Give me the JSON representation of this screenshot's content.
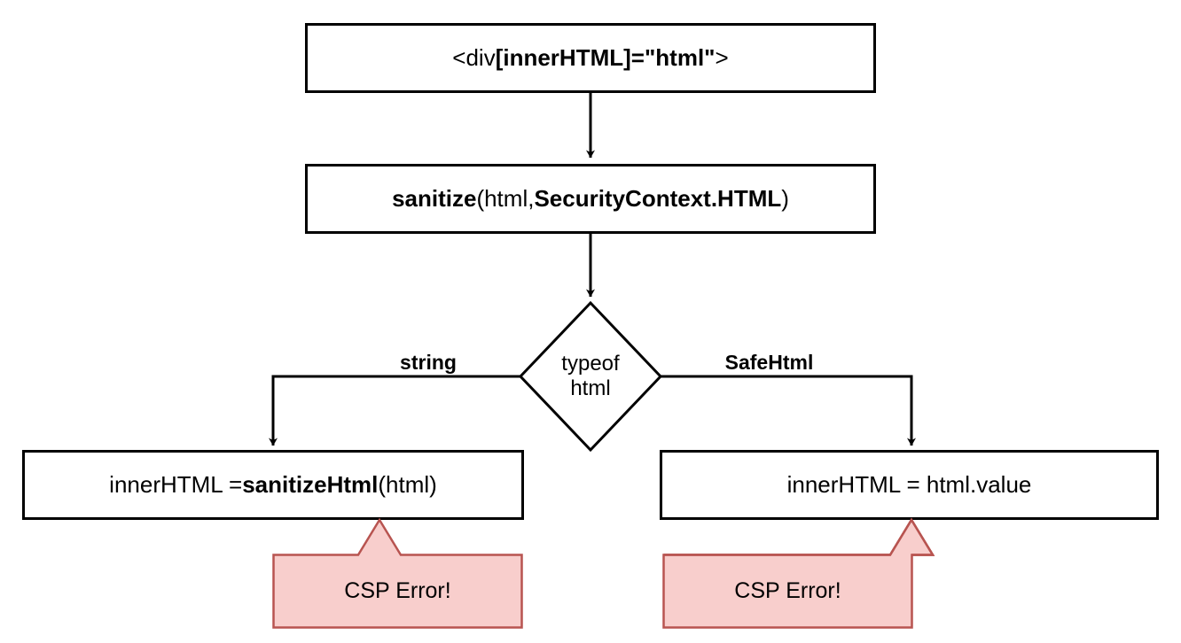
{
  "diagram": {
    "title": "Angular innerHTML sanitization flow",
    "type": "flowchart",
    "background": "#ffffff",
    "colors": {
      "node_stroke": "#000000",
      "node_fill": "#ffffff",
      "edge_stroke": "#000000",
      "callout_fill": "#f8cecc",
      "callout_stroke": "#b85450",
      "text": "#000000"
    }
  },
  "nodes": {
    "template_binding": {
      "id": "template-binding",
      "shape": "rectangle",
      "text": "<div [innerHTML]=\"html\">",
      "parts": [
        {
          "text": "<div ",
          "bold": false
        },
        {
          "text": "[innerHTML]=\"html\"",
          "bold": true
        },
        {
          "text": ">",
          "bold": false
        }
      ]
    },
    "sanitize_call": {
      "id": "sanitize-call",
      "shape": "rectangle",
      "text": "sanitize(html, SecurityContext.HTML)",
      "parts": [
        {
          "text": "sanitize",
          "bold": true
        },
        {
          "text": "(html, ",
          "bold": false
        },
        {
          "text": "SecurityContext.HTML",
          "bold": true
        },
        {
          "text": ")",
          "bold": false
        }
      ]
    },
    "typeof_decision": {
      "id": "typeof-decision",
      "shape": "diamond",
      "line1": "typeof",
      "line2": "html",
      "text": "typeof html"
    },
    "assign_sanitized": {
      "id": "assign-sanitized",
      "shape": "rectangle",
      "text": "innerHTML = sanitizeHtml(html)",
      "parts": [
        {
          "text": "innerHTML = ",
          "bold": false
        },
        {
          "text": "sanitizeHtml",
          "bold": true
        },
        {
          "text": "(html)",
          "bold": false
        }
      ]
    },
    "assign_value": {
      "id": "assign-value",
      "shape": "rectangle",
      "text": "innerHTML = html.value",
      "parts": [
        {
          "text": "innerHTML = html.value",
          "bold": false
        }
      ]
    },
    "csp_error_left": {
      "id": "csp-error-left",
      "shape": "callout",
      "text": "CSP Error!"
    },
    "csp_error_right": {
      "id": "csp-error-right",
      "shape": "callout",
      "text": "CSP Error!"
    }
  },
  "edges": [
    {
      "id": "edge-binding-to-sanitize",
      "from": "template_binding",
      "to": "sanitize_call",
      "label": ""
    },
    {
      "id": "edge-sanitize-to-decision",
      "from": "sanitize_call",
      "to": "typeof_decision",
      "label": ""
    },
    {
      "id": "edge-decision-string",
      "from": "typeof_decision",
      "to": "assign_sanitized",
      "label": "string"
    },
    {
      "id": "edge-decision-safehtml",
      "from": "typeof_decision",
      "to": "assign_value",
      "label": "SafeHtml"
    }
  ],
  "edge_labels": {
    "string": "string",
    "safehtml": "SafeHtml"
  }
}
